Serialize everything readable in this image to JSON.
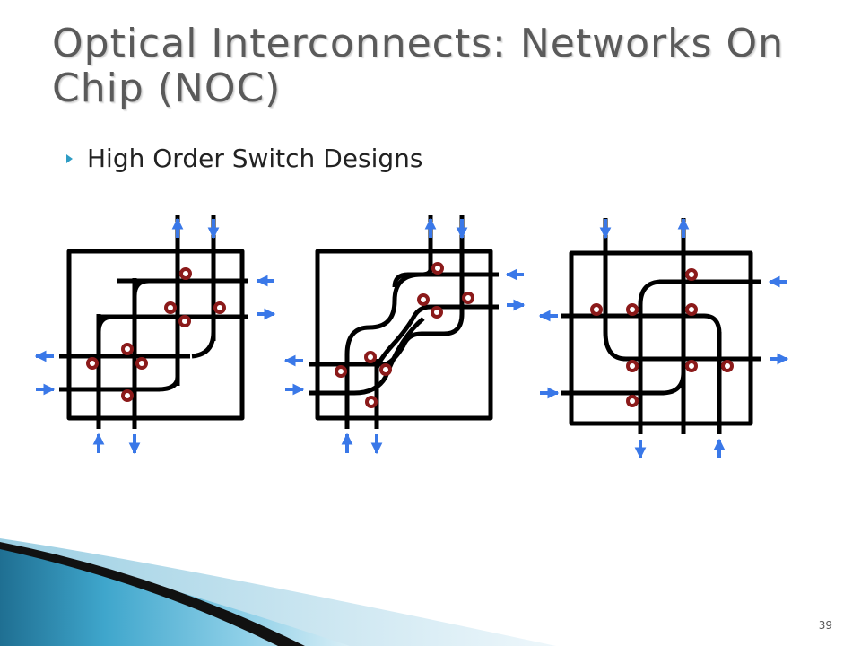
{
  "title": "Optical Interconnects: Networks On Chip (NOC)",
  "bullet": "High Order Switch Designs",
  "page_number": "39",
  "colors": {
    "arrow": "#3a78e8",
    "ring": "#8b1a1a",
    "line": "#000000",
    "accent": "#2e9cc4"
  }
}
